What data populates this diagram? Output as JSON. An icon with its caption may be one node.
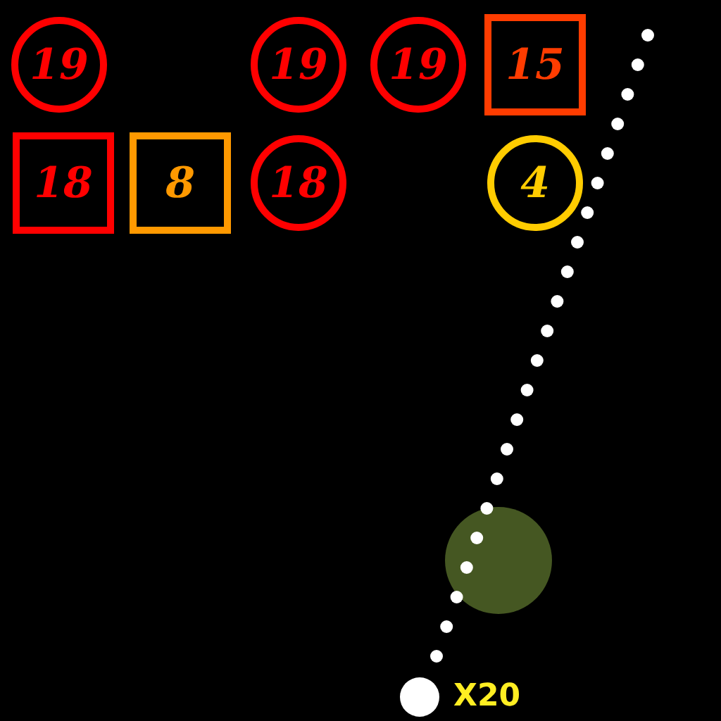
{
  "diagram": {
    "nodes": [
      {
        "text": [
          "19"
        ]
      },
      {
        "text": [
          "19"
        ]
      },
      {
        "text": [
          "19"
        ]
      },
      {
        "text": [
          "15"
        ]
      },
      {
        "text": [
          "18"
        ]
      },
      {
        "text": [
          "8"
        ]
      },
      {
        "text": [
          "18"
        ]
      },
      {
        "text": [
          "4"
        ]
      }
    ],
    "labels": [
      "X20"
    ]
  }
}
